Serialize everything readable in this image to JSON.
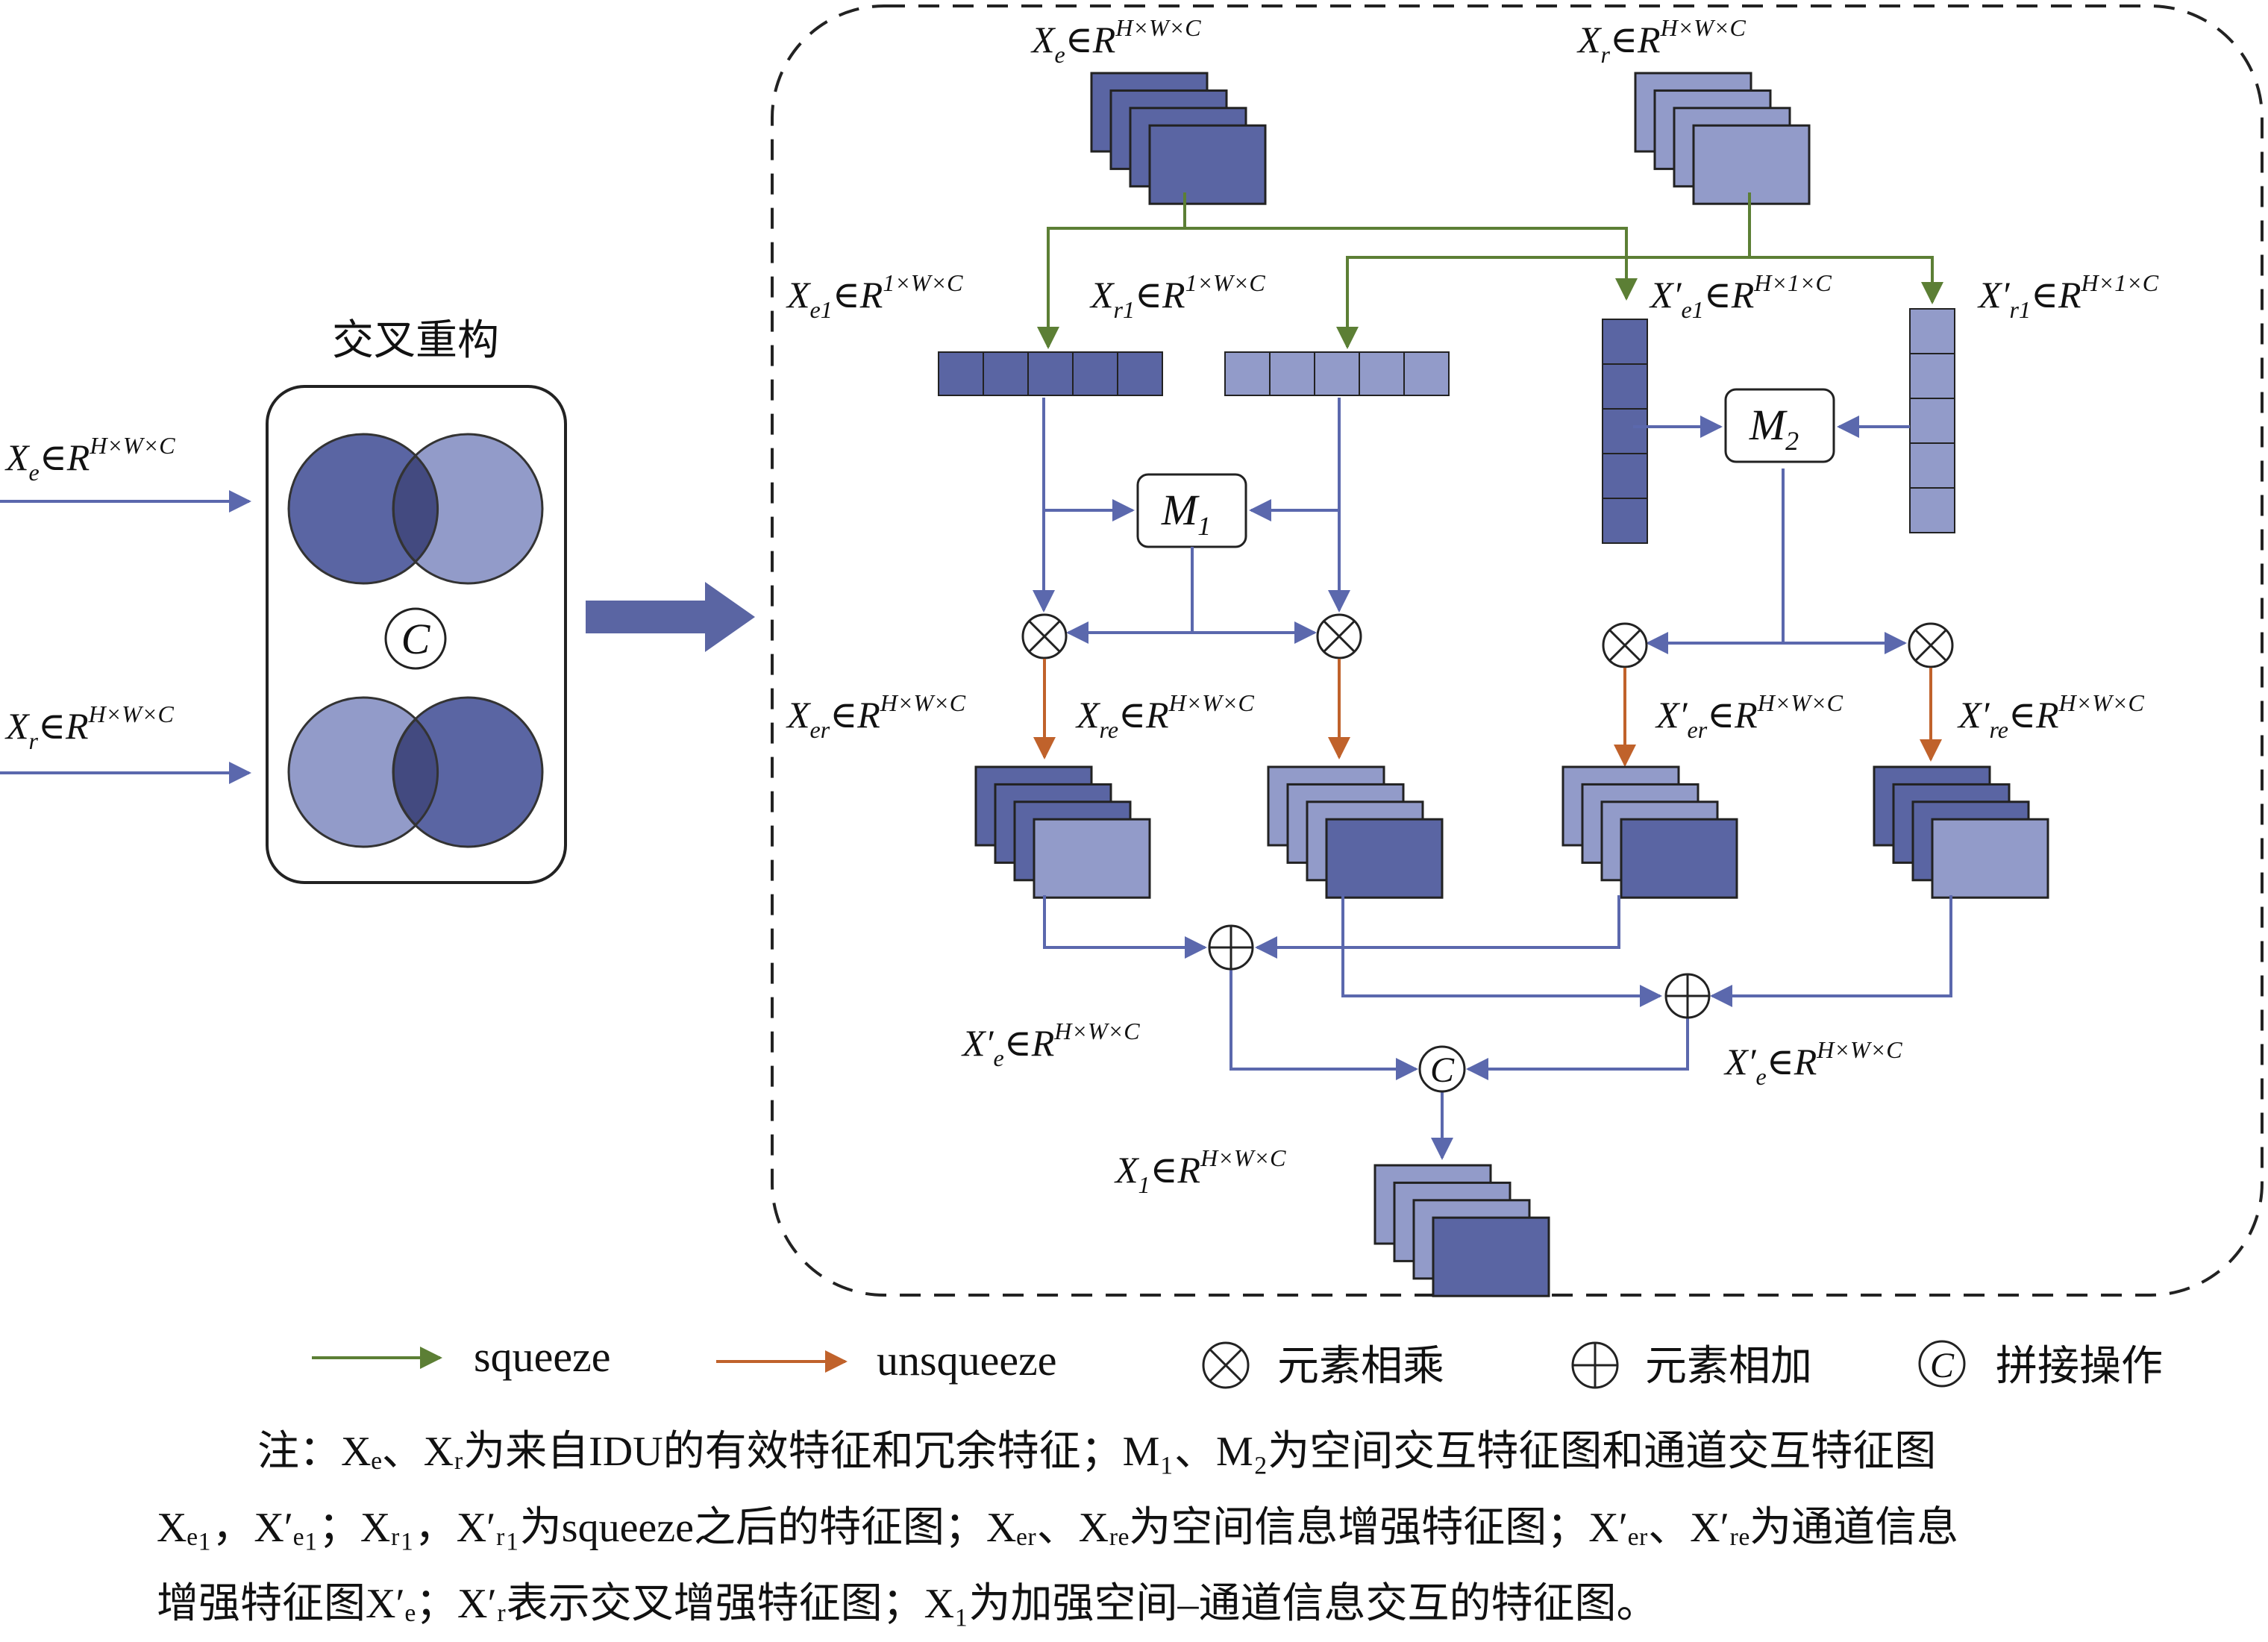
{
  "left_block": {
    "title": "交叉重构",
    "input_top": {
      "base": "X",
      "sub": "e",
      "rest": "∈R",
      "sup": "H×W×C"
    },
    "input_bottom": {
      "base": "X",
      "sub": "r",
      "rest": "∈R",
      "sup": "H×W×C"
    },
    "concat_symbol": "C"
  },
  "module": {
    "xe": {
      "base": "X",
      "sub": "e",
      "rest": "∈R",
      "sup": "H×W×C"
    },
    "xr": {
      "base": "X",
      "sub": "r",
      "rest": "∈R",
      "sup": "H×W×C"
    },
    "xe1": {
      "base": "X",
      "sub": "e1",
      "rest": "∈R",
      "sup": "1×W×C"
    },
    "xr1": {
      "base": "X",
      "sub": "r1",
      "rest": "∈R",
      "sup": "1×W×C"
    },
    "xpe1": {
      "base": "X′",
      "sub": "e1",
      "rest": "∈R",
      "sup": "H×1×C"
    },
    "xpr1": {
      "base": "X′",
      "sub": "r1",
      "rest": "∈R",
      "sup": "H×1×C"
    },
    "m1": {
      "base": "M",
      "sub": "1"
    },
    "m2": {
      "base": "M",
      "sub": "2"
    },
    "xer": {
      "base": "X",
      "sub": "er",
      "rest": "∈R",
      "sup": "H×W×C"
    },
    "xre": {
      "base": "X",
      "sub": "re",
      "rest": "∈R",
      "sup": "H×W×C"
    },
    "xper": {
      "base": "X′",
      "sub": "er",
      "rest": "∈R",
      "sup": "H×W×C"
    },
    "xpre": {
      "base": "X′",
      "sub": "re",
      "rest": "∈R",
      "sup": "H×W×C"
    },
    "xpe_left": {
      "base": "X′",
      "sub": "e",
      "rest": "∈R",
      "sup": "H×W×C"
    },
    "xpe_right": {
      "base": "X′",
      "sub": "e",
      "rest": "∈R",
      "sup": "H×W×C"
    },
    "x1": {
      "base": "X",
      "sub": "1",
      "rest": "∈R",
      "sup": "H×W×C"
    }
  },
  "legend": {
    "squeeze": "squeeze",
    "unsqueeze": "unsqueeze",
    "multiply": "元素相乘",
    "add": "元素相加",
    "concat": "拼接操作"
  },
  "note": {
    "line1": "注：Xₑ、Xᵣ为来自IDU的有效特征和冗余特征；M₁、M₂为空间交互特征图和通道交互特征图",
    "line2": "Xₑ₁，X′ₑ₁；Xᵣ₁，X′ᵣ₁为squeeze之后的特征图；Xₑᵣ、Xᵣₑ为空间信息增强特征图；X′ₑᵣ、X′ᵣₑ为通道信息",
    "line3": "增强特征图X′ₑ；X′ᵣ表示交叉增强特征图；X₁为加强空间–通道信息交互的特征图。"
  },
  "colors": {
    "dark_blue": "#5a65a3",
    "light_blue": "#929bc9",
    "overlap": "#434a80",
    "flow_line": "#5b68ad",
    "squeeze_green": "#5c7f35",
    "unsqueeze_orange": "#c0622b",
    "outline": "#222222"
  }
}
